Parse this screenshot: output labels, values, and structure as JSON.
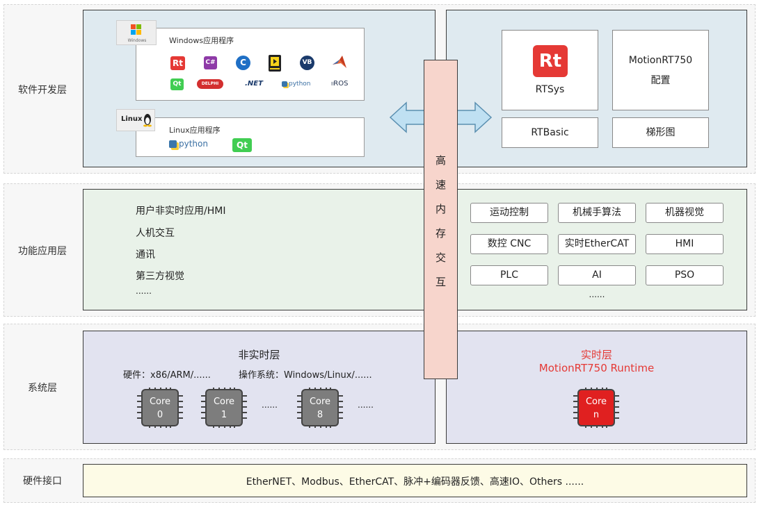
{
  "layers": {
    "software": "软件开发层",
    "function": "功能应用层",
    "system": "系统层",
    "hardware": "硬件接口"
  },
  "windows_card": {
    "badge_logo_text": "Windows",
    "title": "Windows应用程序",
    "logos_row1": [
      "Rt",
      "C#",
      "C",
      "LabVIEW",
      "VB",
      "MATLAB"
    ],
    "logos_row2": [
      "Qt",
      "DELPHI",
      ".NET",
      "python",
      "ROS"
    ]
  },
  "linux_card": {
    "badge_logo_text": "Linux",
    "title": "Linux应用程序",
    "logos": [
      "python",
      "Qt"
    ]
  },
  "rt_tools": {
    "rtsys": "RTSys",
    "rtsys_logo": "Rt",
    "config_line1": "MotionRT750",
    "config_line2": "配置",
    "rtbasic": "RTBasic",
    "ladder": "梯形图"
  },
  "memory_bar": [
    "高",
    "速",
    "内",
    "存",
    "交",
    "互"
  ],
  "nonrt_apps": [
    "用户非实时应用/HMI",
    "人机交互",
    "通讯",
    "第三方视觉",
    "......"
  ],
  "rt_features": [
    "运动控制",
    "机械手算法",
    "机器视觉",
    "数控 CNC",
    "实时EtherCAT",
    "HMI",
    "PLC",
    "AI",
    "PSO",
    "......"
  ],
  "nonrt_layer": {
    "title": "非实时层",
    "hardware": "硬件：x86/ARM/......",
    "os": "操作系统：Windows/Linux/......",
    "cores": [
      {
        "label": "Core",
        "id": "0"
      },
      {
        "label": "Core",
        "id": "1"
      },
      {
        "label": "Core",
        "id": "8"
      }
    ],
    "ellipsis1": "......",
    "ellipsis2": "......"
  },
  "rt_layer": {
    "title": "实时层",
    "subtitle": "MotionRT750 Runtime",
    "core": {
      "label": "Core",
      "id": "n"
    }
  },
  "hardware_interfaces": "EtherNET、Modbus、EtherCAT、脉冲+编码器反馈、高速IO、Others ......",
  "colors": {
    "accent_red": "#e53935",
    "core_gray": "#7d7d7d",
    "arrow_blue": "#bfe0f2"
  }
}
